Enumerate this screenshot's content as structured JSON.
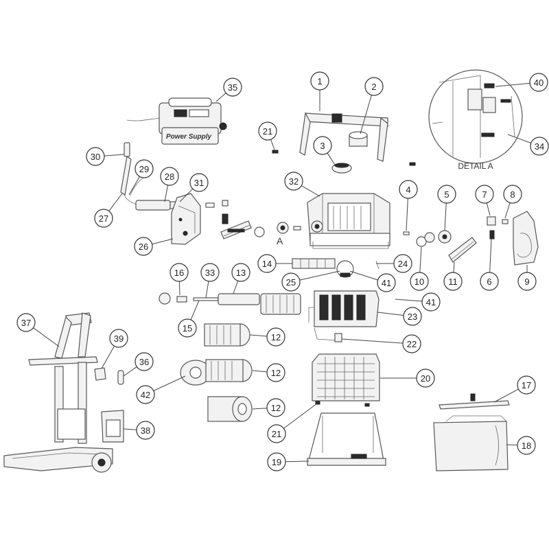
{
  "diagram": {
    "callouts": [
      {
        "id": "1",
        "label": "1"
      },
      {
        "id": "2",
        "label": "2"
      },
      {
        "id": "3",
        "label": "3"
      },
      {
        "id": "4",
        "label": "4"
      },
      {
        "id": "5",
        "label": "5"
      },
      {
        "id": "6",
        "label": "6"
      },
      {
        "id": "7",
        "label": "7"
      },
      {
        "id": "8",
        "label": "8"
      },
      {
        "id": "9",
        "label": "9"
      },
      {
        "id": "10",
        "label": "10"
      },
      {
        "id": "11",
        "label": "11"
      },
      {
        "id": "12a",
        "label": "12"
      },
      {
        "id": "12b",
        "label": "12"
      },
      {
        "id": "12c",
        "label": "12"
      },
      {
        "id": "13",
        "label": "13"
      },
      {
        "id": "14",
        "label": "14"
      },
      {
        "id": "15",
        "label": "15"
      },
      {
        "id": "16",
        "label": "16"
      },
      {
        "id": "17",
        "label": "17"
      },
      {
        "id": "18",
        "label": "18"
      },
      {
        "id": "19",
        "label": "19"
      },
      {
        "id": "20",
        "label": "20"
      },
      {
        "id": "21a",
        "label": "21"
      },
      {
        "id": "21b",
        "label": "21"
      },
      {
        "id": "22",
        "label": "22"
      },
      {
        "id": "23",
        "label": "23"
      },
      {
        "id": "24",
        "label": "24"
      },
      {
        "id": "25",
        "label": "25"
      },
      {
        "id": "26",
        "label": "26"
      },
      {
        "id": "27",
        "label": "27"
      },
      {
        "id": "28",
        "label": "28"
      },
      {
        "id": "29",
        "label": "29"
      },
      {
        "id": "30",
        "label": "30"
      },
      {
        "id": "31",
        "label": "31"
      },
      {
        "id": "32",
        "label": "32"
      },
      {
        "id": "33",
        "label": "33"
      },
      {
        "id": "34",
        "label": "34"
      },
      {
        "id": "35",
        "label": "35"
      },
      {
        "id": "36",
        "label": "36"
      },
      {
        "id": "37",
        "label": "37"
      },
      {
        "id": "38",
        "label": "38"
      },
      {
        "id": "39",
        "label": "39"
      },
      {
        "id": "40",
        "label": "40"
      },
      {
        "id": "41a",
        "label": "41"
      },
      {
        "id": "41b",
        "label": "41"
      },
      {
        "id": "42",
        "label": "42"
      }
    ],
    "power_supply_label": "Power Supply",
    "detail_marker": "A",
    "detail_caption": "DETAIL A"
  }
}
